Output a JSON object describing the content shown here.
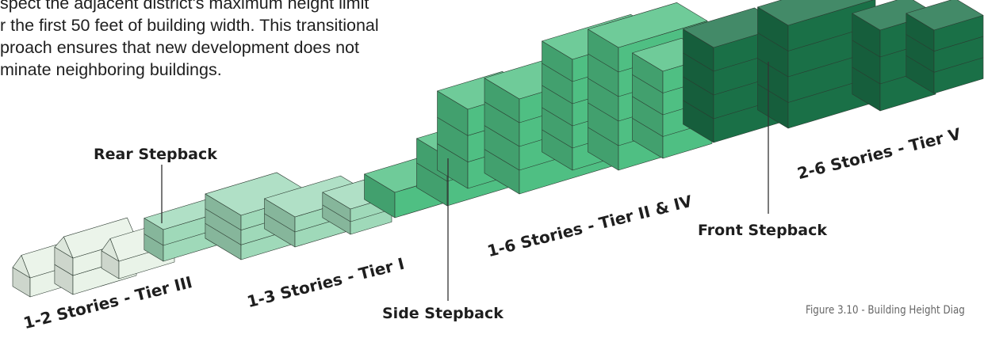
{
  "paragraph": [
    "spect the adjacent district's maximum height limit",
    "r the first 50 feet of building width. This transitional",
    "proach ensures that new development does not",
    "minate neighboring buildings."
  ],
  "labels": {
    "rear_stepback": "Rear Stepback",
    "side_stepback": "Side Stepback",
    "front_stepback": "Front Stepback",
    "tier3": "1-2 Stories - Tier III",
    "tier1": "1-3 Stories - Tier I",
    "tier2_4": "1-6 Stories - Tier II & IV",
    "tier5": "2-6 Stories - Tier V"
  },
  "caption": "Figure 3.10 - Building Height Diag",
  "colors": {
    "tier3": "#e9f3e8",
    "tier1": "#9fd9b9",
    "tier2_4_light": "#4fbf83",
    "tier2_4_dark": "#2d9a60",
    "tier5": "#1a7047",
    "leader_line": "#333333"
  }
}
